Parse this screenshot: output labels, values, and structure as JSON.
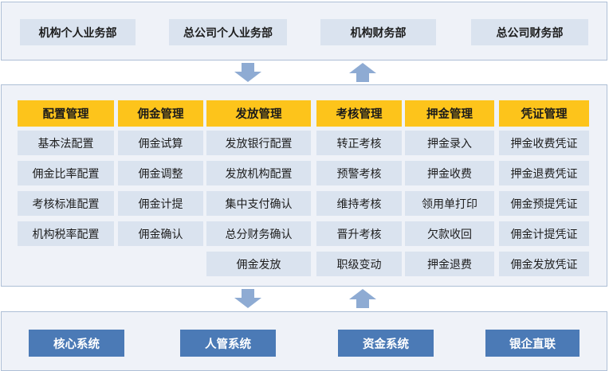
{
  "departments": [
    "机构个人业务部",
    "总公司个人业务部",
    "机构财务部",
    "总公司财务部"
  ],
  "modules": [
    {
      "title": "配置管理",
      "items": [
        "基本法配置",
        "佣金比率配置",
        "考核标准配置",
        "机构税率配置"
      ]
    },
    {
      "title": "佣金管理",
      "items": [
        "佣金试算",
        "佣金调整",
        "佣金计提",
        "佣金确认"
      ]
    },
    {
      "title": "发放管理",
      "items": [
        "发放银行配置",
        "发放机构配置",
        "集中支付确认",
        "总分财务确认",
        "佣金发放"
      ]
    },
    {
      "title": "考核管理",
      "items": [
        "转正考核",
        "预警考核",
        "维持考核",
        "晋升考核",
        "职级变动"
      ]
    },
    {
      "title": "押金管理",
      "items": [
        "押金录入",
        "押金收费",
        "领用单打印",
        "欠款收回",
        "押金退费"
      ]
    },
    {
      "title": "凭证管理",
      "items": [
        "押金收费凭证",
        "押金退费凭证",
        "佣金预提凭证",
        "佣金计提凭证",
        "佣金发放凭证"
      ]
    }
  ],
  "systems": [
    "核心系统",
    "人管系统",
    "资金系统",
    "银企直联"
  ],
  "colors": {
    "arrow": "#8eabd3",
    "header": "#fdc41b",
    "cell": "#dae3ef",
    "system": "#4b7ab6",
    "panel": "#eff2f8"
  }
}
